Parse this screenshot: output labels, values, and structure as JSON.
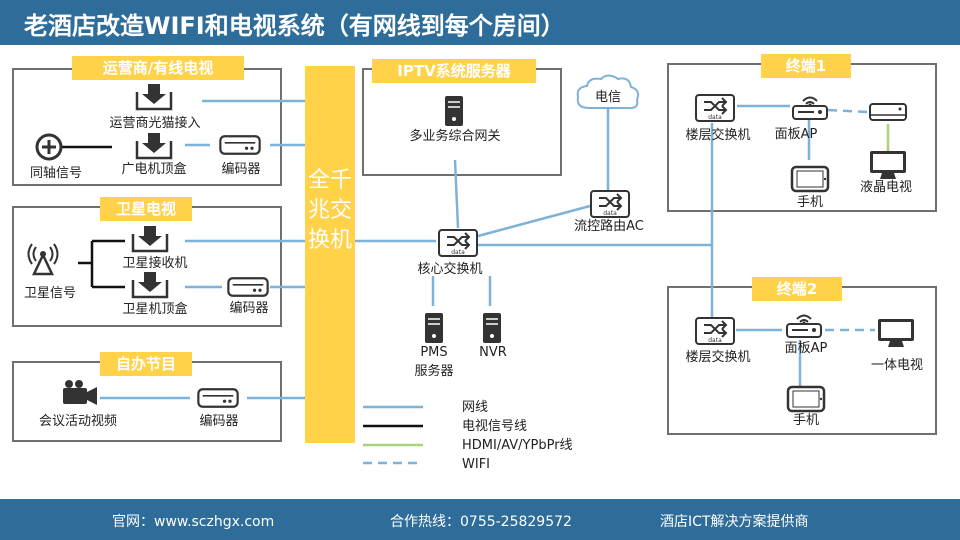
{
  "header": {
    "title": "老酒店改造WIFI和电视系统（有网线到每个房间）"
  },
  "footer": {
    "website": "官网：www.sczhgx.com",
    "hotline": "合作热线：0755-25829572",
    "slogan": "酒店ICT解决方案提供商"
  },
  "backbone": {
    "label": "全千兆交换机"
  },
  "sections": {
    "operator": {
      "title": "运营商/有线电视",
      "optical_modem": "运营商光猫接入",
      "coax_signal": "同轴信号",
      "cable_stb": "广电机顶盒",
      "encoder": "编码器"
    },
    "satellite": {
      "title": "卫星电视",
      "receiver": "卫星接收机",
      "signal": "卫星信号",
      "stb": "卫星机顶盒",
      "encoder": "编码器"
    },
    "selfmade": {
      "title": "自办节目",
      "video": "会议活动视频",
      "encoder": "编码器"
    },
    "iptv": {
      "title": "IPTV系统服务器",
      "gateway": "多业务综合网关"
    },
    "terminal1": {
      "title": "终端1",
      "floor_switch": "楼层交换机",
      "panel_ap": "面板AP",
      "phone": "手机",
      "lcd_tv": "液晶电视"
    },
    "terminal2": {
      "title": "终端2",
      "floor_switch": "楼层交换机",
      "panel_ap": "面板AP",
      "phone": "手机",
      "all_in_one_tv": "一体电视"
    }
  },
  "center": {
    "telecom": "电信",
    "flow_router": "流控路由AC",
    "core_switch": "核心交换机",
    "pms_line1": "PMS",
    "pms_line2": "服务器",
    "nvr": "NVR"
  },
  "legend": [
    {
      "label": "网线",
      "color": "#7eb2d8",
      "style": "solid"
    },
    {
      "label": "电视信号线",
      "color": "#111111",
      "style": "solid"
    },
    {
      "label": "HDMI/AV/YPbPr线",
      "color": "#a8d27c",
      "style": "solid"
    },
    {
      "label": "WIFI",
      "color": "#7eb2d8",
      "style": "dashed"
    }
  ],
  "colors": {
    "header": "#2e6c9a",
    "accent": "#ffd24a",
    "cable": "#7eb2d8",
    "hdmi": "#a8d27c",
    "box_border": "#6f6f6f"
  }
}
